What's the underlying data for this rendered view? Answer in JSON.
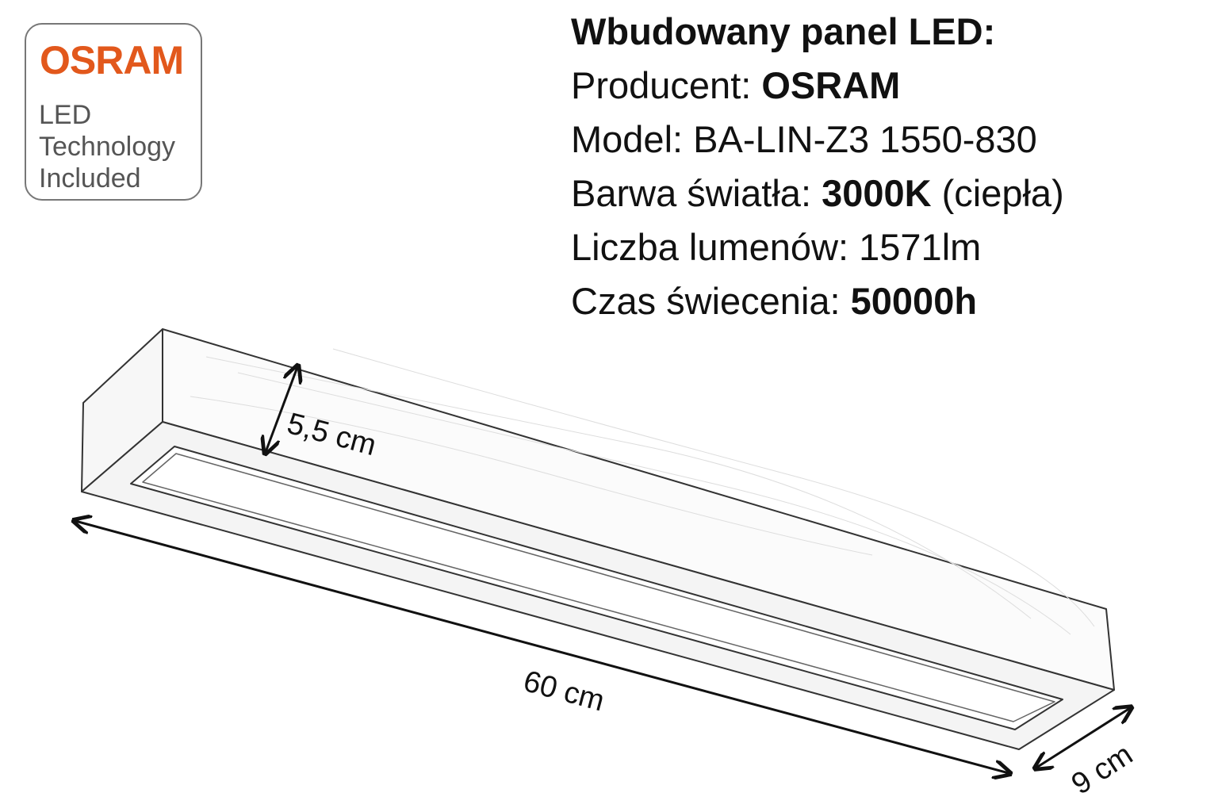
{
  "badge": {
    "brand": "OSRAM",
    "line1": "LED",
    "line2": "Technology",
    "line3": "Included",
    "brand_color": "#e2581c"
  },
  "specs": {
    "heading": "Wbudowany panel LED:",
    "producer_label": "Producent: ",
    "producer_value": "OSRAM",
    "model_label": "Model: ",
    "model_value": "BA-LIN-Z3 1550-830",
    "color_label": "Barwa światła: ",
    "color_value": "3000K",
    "color_note": " (ciepła)",
    "lumens_label": "Liczba lumenów: ",
    "lumens_value": "1571lm",
    "life_label": "Czas świecenia: ",
    "life_value": "50000h"
  },
  "dimensions": {
    "height": "5,5 cm",
    "length": "60 cm",
    "depth": "9 cm"
  }
}
